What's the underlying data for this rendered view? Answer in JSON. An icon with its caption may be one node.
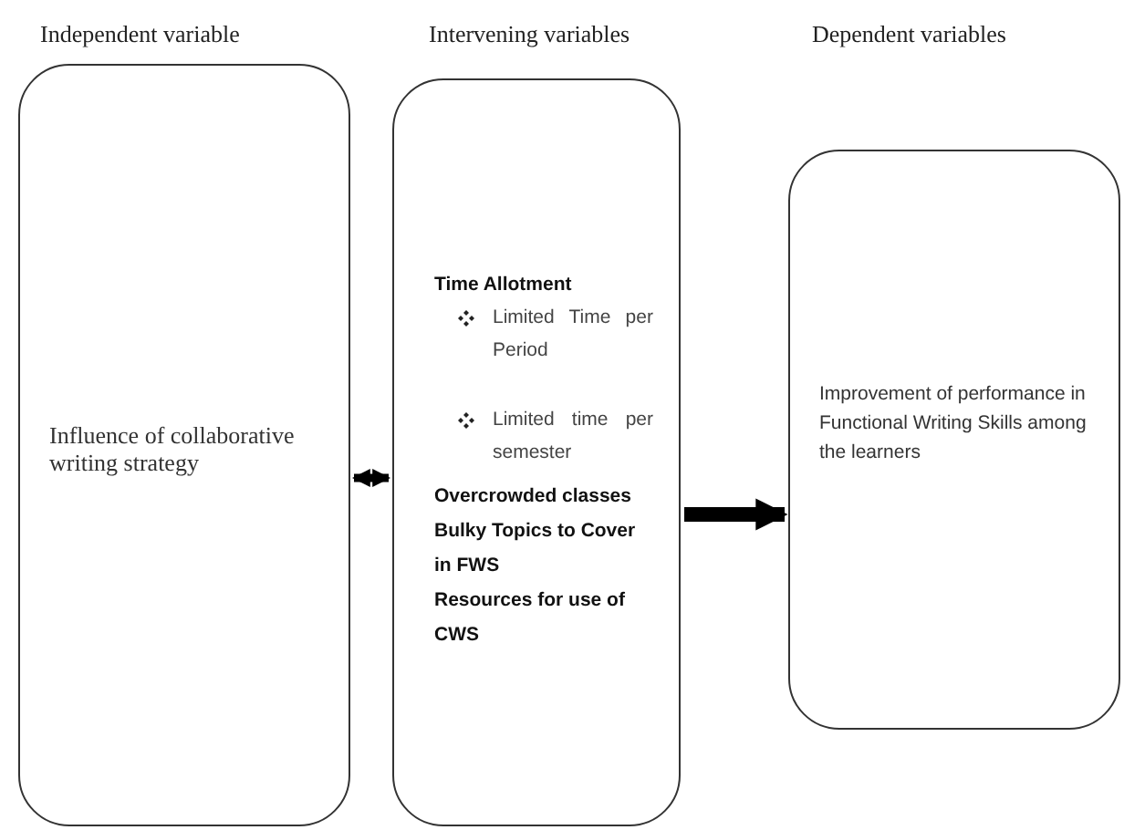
{
  "diagram": {
    "nodes": [
      {
        "text": [
          "Independent variable",
          "Influence of collaborative writing strategy"
        ]
      },
      {
        "text": [
          "Intervening variables",
          "Time Allotment",
          "Limited Time per Period",
          "Limited time per semester",
          "Overcrowded classes",
          "Bulky Topics to Cover in FWS",
          "Resources for use of CWS"
        ]
      },
      {
        "text": [
          "Dependent variables",
          "Improvement of performance in Functional Writing Skills among the learners"
        ]
      }
    ],
    "edges": [
      {
        "from": 0,
        "to": 1,
        "arrow": "both"
      },
      {
        "from": 1,
        "to": 2,
        "arrow": "to"
      }
    ]
  }
}
